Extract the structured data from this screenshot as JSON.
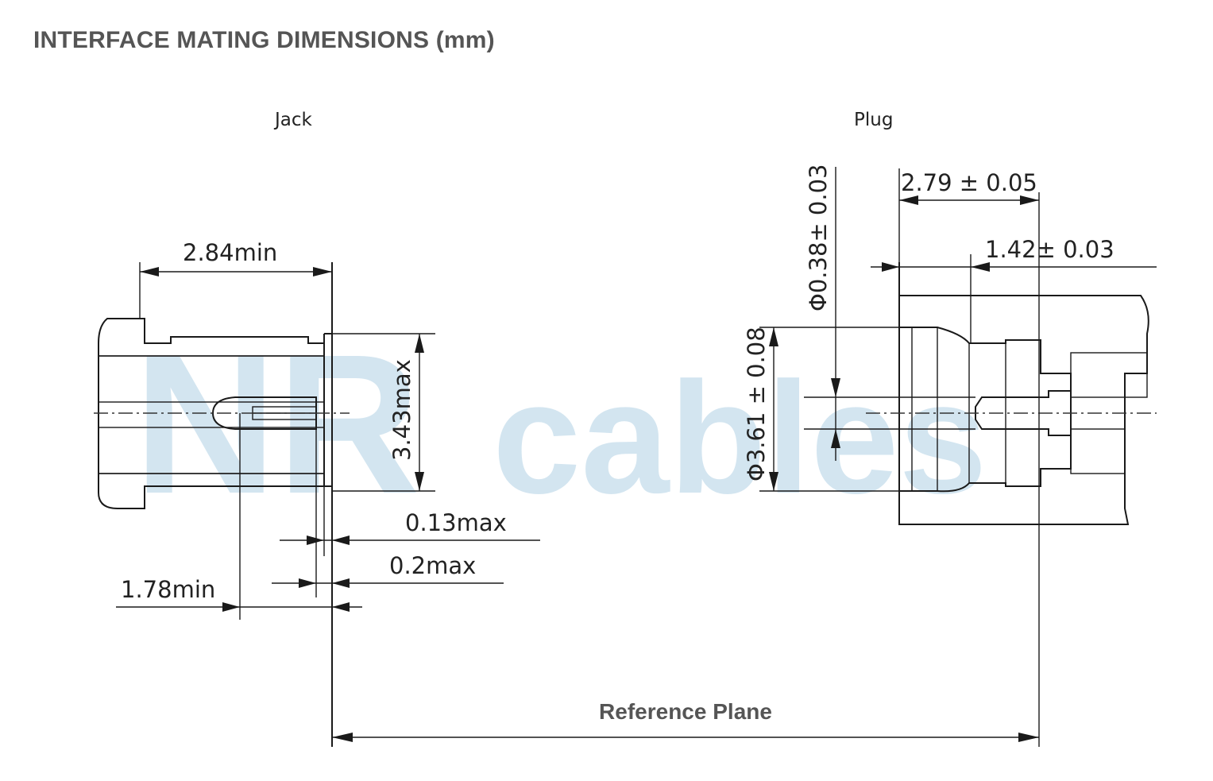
{
  "title": "INTERFACE MATING DIMENSIONS (mm)",
  "views": {
    "jack": "Jack",
    "plug": "Plug"
  },
  "jack_dimensions": {
    "length_min": "2.84min",
    "diameter_max": "3.43max",
    "gap_013": "0.13max",
    "gap_02": "0.2max",
    "pin_min": "1.78min"
  },
  "plug_dimensions": {
    "pin_diameter": "Φ0.38± 0.03",
    "bore_diameter": "Φ3.61 ± 0.08",
    "depth_279": "2.79 ± 0.05",
    "depth_142": "1.42± 0.03"
  },
  "reference_plane": "Reference Plane",
  "watermark": {
    "logo_text": "NR cables",
    "color": "#cfe3ef"
  },
  "colors": {
    "line": "#1a1a1a",
    "title": "#555555"
  }
}
